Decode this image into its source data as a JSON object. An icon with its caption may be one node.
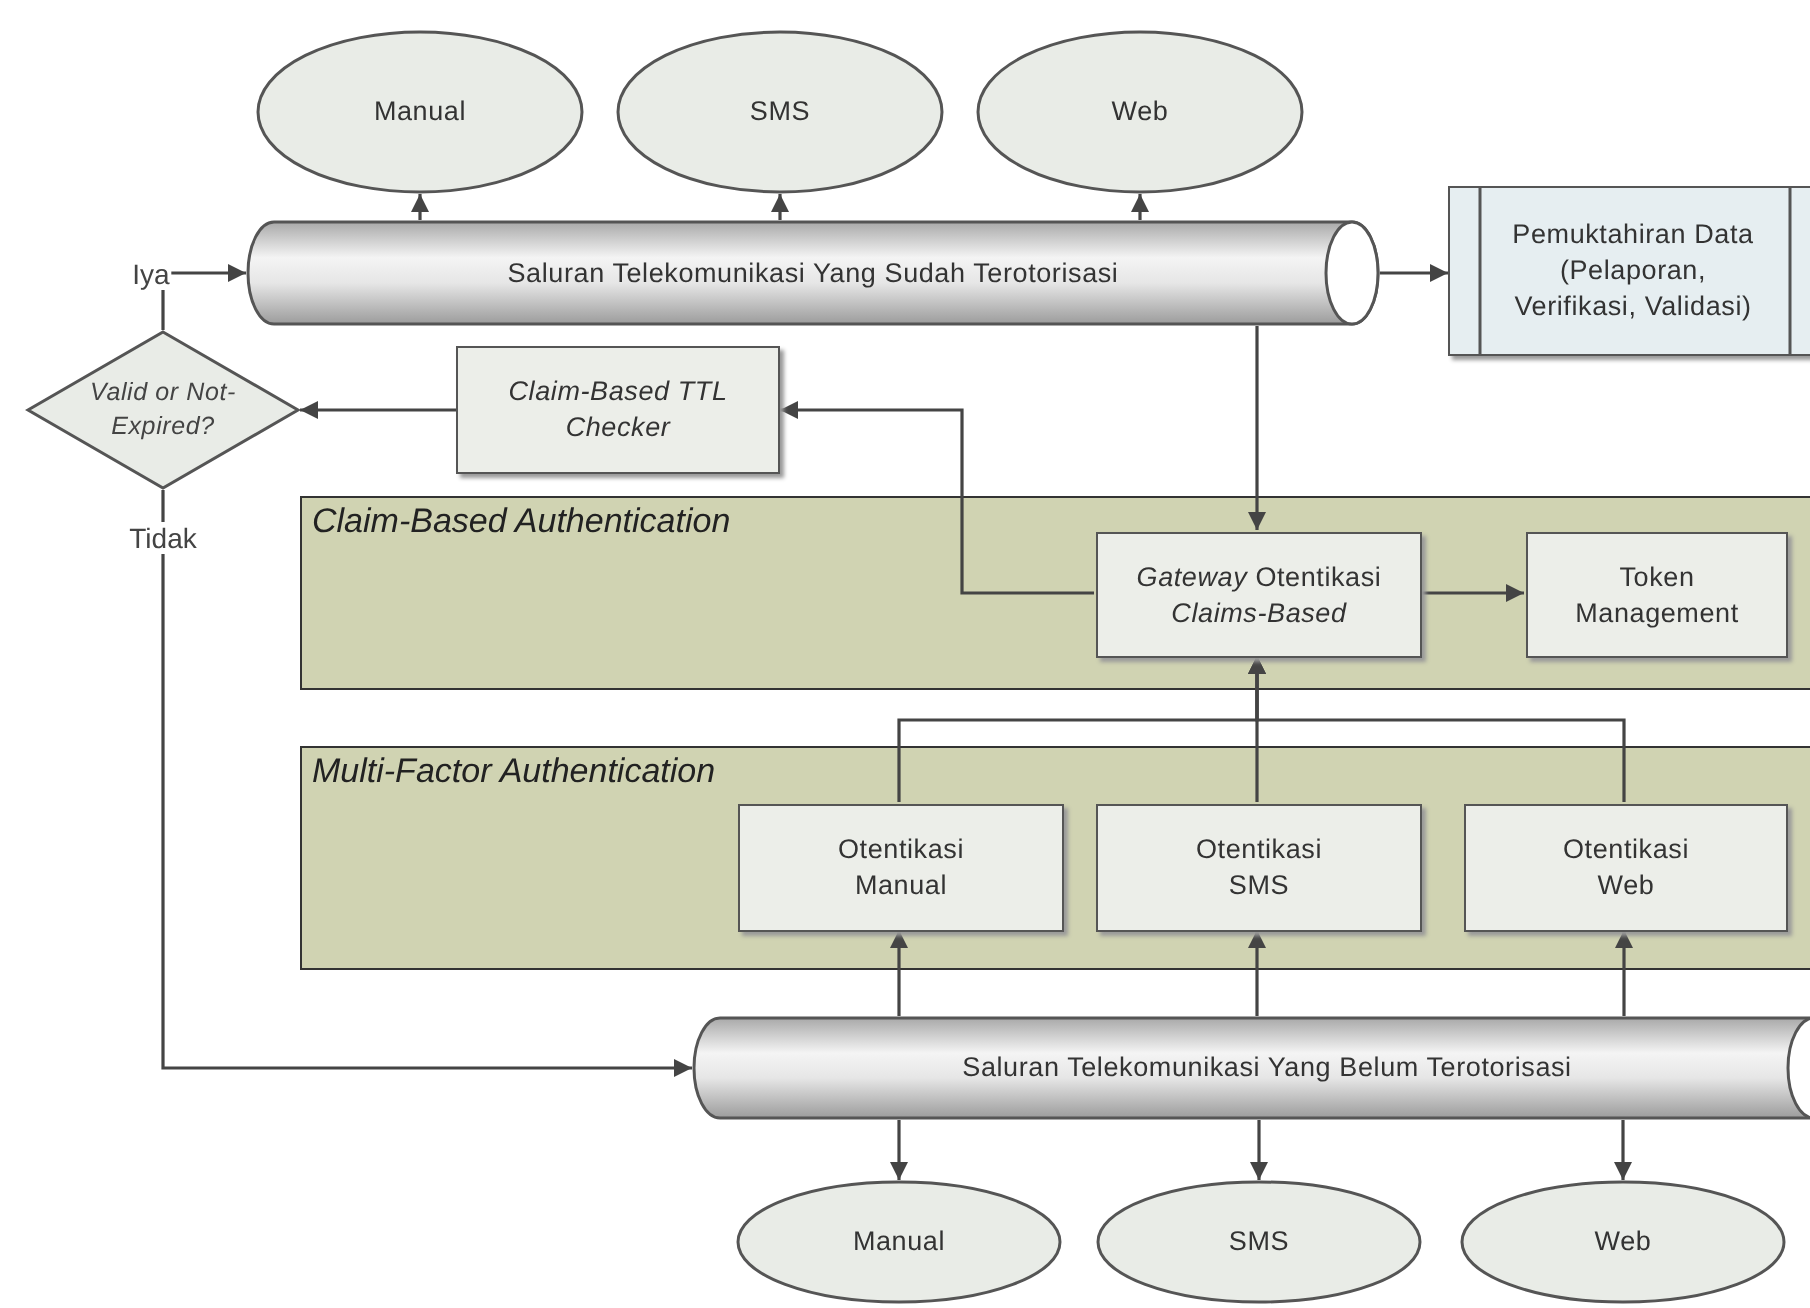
{
  "diagram": {
    "nodes": [
      {
        "text": [
          "Manual"
        ]
      },
      {
        "text": [
          "SMS"
        ]
      },
      {
        "text": [
          "Web"
        ]
      },
      {
        "text": [
          "Saluran Telekomunikasi Yang Sudah Terotorisasi"
        ]
      },
      {
        "text": [
          "Pemuktahiran Data (Pelaporan, Verifikasi, Validasi)"
        ]
      },
      {
        "text": [
          "Valid or Not-Expired?"
        ]
      },
      {
        "text": [
          "Claim-Based TTL Checker"
        ]
      },
      {
        "text": [
          "Claim-Based Authentication"
        ]
      },
      {
        "text": [
          "*Gateway* Otentikasi *Claims-Based*"
        ],
        "in": 7
      },
      {
        "text": [
          "Token Management"
        ],
        "in": 7
      },
      {
        "text": [
          "Multi-Factor Authentication"
        ]
      },
      {
        "text": [
          "Otentikasi Manual"
        ],
        "in": 10
      },
      {
        "text": [
          "Otentikasi SMS"
        ],
        "in": 10
      },
      {
        "text": [
          "Otentikasi Web"
        ],
        "in": 10
      },
      {
        "text": [
          "Saluran Telekomunikasi Yang Belum Terotorisasi"
        ]
      },
      {
        "text": [
          "Manual"
        ]
      },
      {
        "text": [
          "SMS"
        ]
      },
      {
        "text": [
          "Web"
        ]
      }
    ],
    "edges": [
      {
        "from": 3,
        "to": 0,
        "arrow": "to"
      },
      {
        "from": 3,
        "to": 1,
        "arrow": "to"
      },
      {
        "from": 3,
        "to": 2,
        "arrow": "to"
      },
      {
        "from": 3,
        "to": 4,
        "arrow": "to"
      },
      {
        "from": 3,
        "to": 8,
        "arrow": "to"
      },
      {
        "from": 8,
        "to": 6,
        "arrow": "to"
      },
      {
        "from": 6,
        "to": 5,
        "arrow": "to"
      },
      {
        "from": 5,
        "to": 3,
        "arrow": "to",
        "label": "Iya"
      },
      {
        "from": 5,
        "to": 14,
        "arrow": "to",
        "label": "Tidak"
      },
      {
        "from": 8,
        "to": 9,
        "arrow": "to"
      },
      {
        "from": 11,
        "to": 8,
        "arrow": "to"
      },
      {
        "from": 12,
        "to": 8,
        "arrow": "to"
      },
      {
        "from": 13,
        "to": 8,
        "arrow": "to"
      },
      {
        "from": 14,
        "to": 11,
        "arrow": "to"
      },
      {
        "from": 14,
        "to": 12,
        "arrow": "to"
      },
      {
        "from": 14,
        "to": 13,
        "arrow": "to"
      },
      {
        "from": 14,
        "to": 15,
        "arrow": "to"
      },
      {
        "from": 14,
        "to": 16,
        "arrow": "to"
      },
      {
        "from": 14,
        "to": 17,
        "arrow": "to"
      }
    ]
  }
}
